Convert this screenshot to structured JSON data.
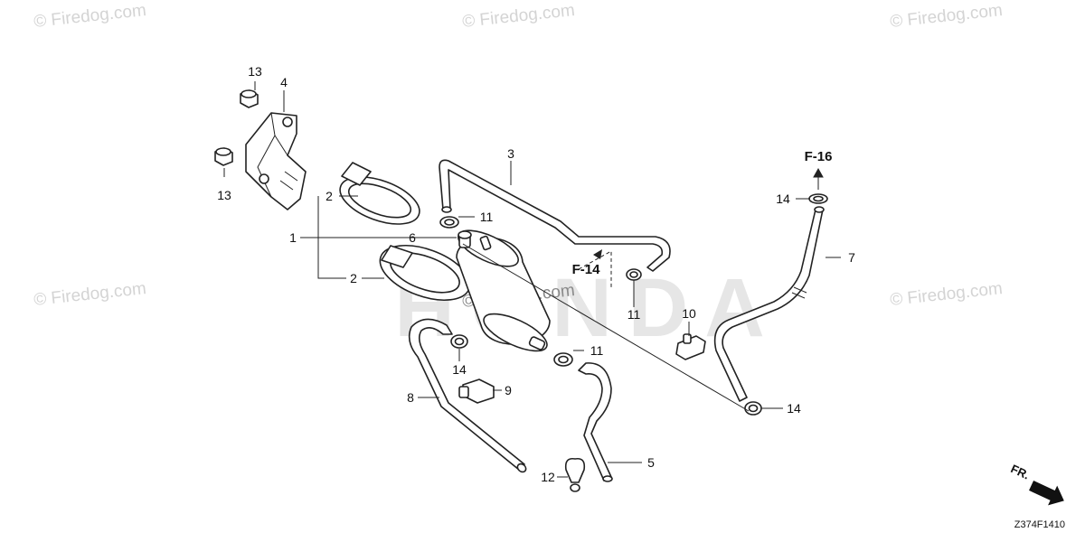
{
  "watermarks": [
    "© Firedog.com",
    "© Firedog.com",
    "© Firedog.com",
    "© Firedog.com",
    "© Firedog.com",
    "© Firedog.com"
  ],
  "background_logo": "HONDA",
  "diagram_code": "Z374F1410",
  "fr_arrow": "FR.",
  "refs": {
    "f16": "F-16",
    "f14": "F-14"
  },
  "callouts": {
    "c1": "1",
    "c2a": "2",
    "c2b": "2",
    "c3": "3",
    "c4": "4",
    "c5": "5",
    "c6": "6",
    "c7": "7",
    "c8": "8",
    "c9": "9",
    "c10": "10",
    "c11a": "11",
    "c11b": "11",
    "c11c": "11",
    "c12": "12",
    "c13a": "13",
    "c13b": "13",
    "c14a": "14",
    "c14b": "14",
    "c14c": "14"
  }
}
